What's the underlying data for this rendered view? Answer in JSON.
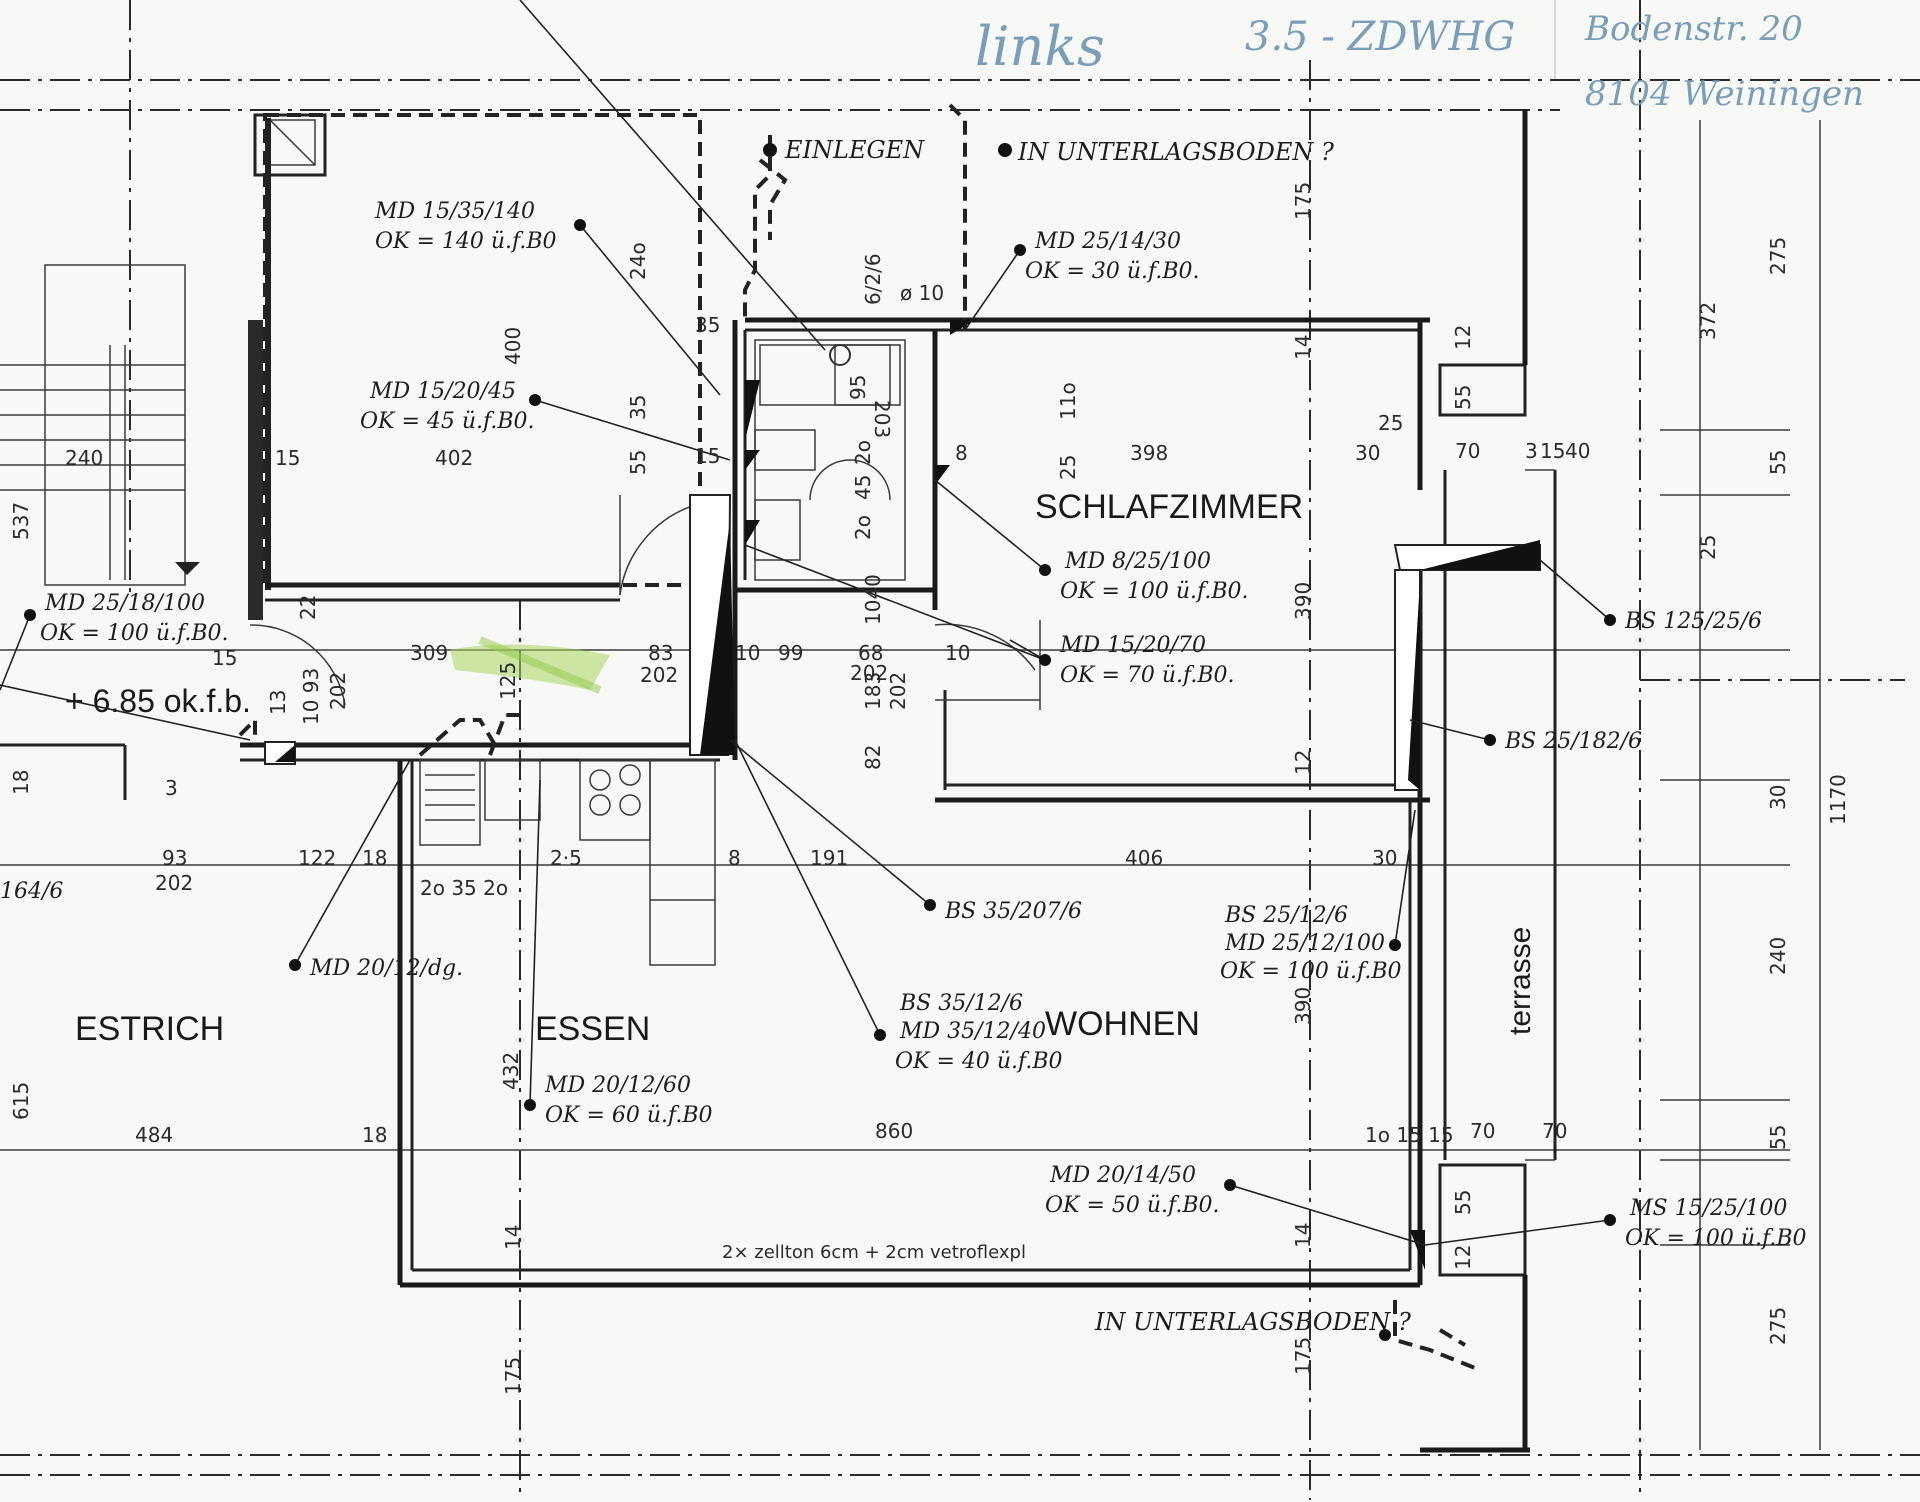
{
  "header_notes": {
    "side": "links",
    "unit": "3.5 - ZDWHG",
    "address_line1": "Bodenstr. 20",
    "address_line2": "8104 Weiningen"
  },
  "rooms": {
    "schlafzimmer": "SCHLAFZIMMER",
    "estrich": "ESTRICH",
    "essen": "ESSEN",
    "wohnen": "WOHNEN",
    "terrasse": "terrasse"
  },
  "level_note": "+ 6.85 ok.f.b.",
  "floor_note": "2× zellton 6cm + 2cm vetroflexpl",
  "annotations": {
    "einlegen": "EINLEGEN",
    "unterlagsboden_top": "IN UNTERLAGSBODEN ?",
    "unterlagsboden_bottom": "IN UNTERLAGSBODEN ?",
    "md_15_35_140": [
      "MD 15/35/140",
      "OK = 140 ü.f.B0"
    ],
    "md_25_14_30": [
      "MD 25/14/30",
      "OK = 30 ü.f.B0."
    ],
    "md_15_20_45": [
      "MD 15/20/45",
      "OK = 45 ü.f.B0."
    ],
    "md_8_25_100": [
      "MD 8/25/100",
      "OK = 100 ü.f.B0."
    ],
    "md_15_20_70": [
      "MD 15/20/70",
      "OK = 70 ü.f.B0."
    ],
    "md_25_18_100": [
      "MD 25/18/100",
      "OK = 100 ü.f.B0."
    ],
    "bs_125_25_6": "BS 125/25/6",
    "bs_25_182_6": "BS 25/182/6",
    "bs_35_207_6": "BS 35/207/6",
    "bs_25_12_6": [
      "BS 25/12/6",
      "MD 25/12/100",
      "OK = 100 ü.f.B0"
    ],
    "md_20_12_dg": "MD 20/12/dg.",
    "bs_35_12_6": [
      "BS 35/12/6",
      "MD 35/12/40",
      "OK = 40 ü.f.B0"
    ],
    "md_20_12_60": [
      "MD 20/12/60",
      "OK = 60 ü.f.B0"
    ],
    "md_20_14_50": [
      "MD 20/14/50",
      "OK = 50 ü.f.B0."
    ],
    "ms_15_25_100": [
      "MS 15/25/100",
      "OK = 100 ü.f.B0"
    ],
    "left_cut": "164/6"
  },
  "dimensions": {
    "d_240": "240",
    "d_15_a": "15",
    "d_402": "402",
    "d_537": "537",
    "d_400": "400",
    "d_24o": "24o",
    "d_35_a": "35",
    "d_35_b": "35",
    "d_55_a": "55",
    "d_15_b": "15",
    "d_6_2_6": "6/2/6",
    "d_o10": "ø 10",
    "d_95": "95",
    "d_203": "203",
    "d_2o_a": "2o",
    "d_45": "45",
    "d_2o_b": "2o",
    "d_175_a": "175",
    "d_14_a": "14",
    "d_11o": "11o",
    "d_25_a": "25",
    "d_398": "398",
    "d_8": "8",
    "d_12_a": "12",
    "d_55_b": "55",
    "d_25_b": "25",
    "d_30_a": "30",
    "d_70_a": "70",
    "d_3": "3",
    "d_15_c": "15",
    "d_40": "40",
    "d_275_a": "275",
    "d_372": "372",
    "d_55_c": "55",
    "d_25_c": "25",
    "d_22": "22",
    "d_309": "309",
    "d_83": "83",
    "d_202_a": "202",
    "d_10_a": "10",
    "d_99": "99",
    "d_68": "68",
    "d_202_b": "202",
    "d_10_b": "10",
    "d_1040": "1040",
    "d_183": "183",
    "d_202_c": "202",
    "d_15_d": "15",
    "d_10_93": "10 93",
    "d_202_d": "202",
    "d_13": "13",
    "d_125": "125",
    "d_390_a": "390",
    "d_12_b": "12",
    "d_82": "82",
    "d_18_a": "18",
    "d_3b": "3",
    "d_93": "93",
    "d_202_e": "202",
    "d_122": "122",
    "d_18_b": "18",
    "d_2x5": "2·5",
    "d_8b": "8",
    "d_191": "191",
    "d_406": "406",
    "d_30_b": "30",
    "d_30_c": "30",
    "d_2o_35_2o": "2o 35 2o",
    "d_1170": "1170",
    "d_240_b": "240",
    "d_390_b": "390",
    "d_615": "615",
    "d_484": "484",
    "d_18_c": "18",
    "d_432": "432",
    "d_860": "860",
    "d_1o_15_15": "1o 15 15",
    "d_70_b": "70",
    "d_70_c": "70",
    "d_55_d": "55",
    "d_55_e": "55",
    "d_12_c": "12",
    "d_14_b": "14",
    "d_14_c": "14",
    "d_175_b": "175",
    "d_175_c": "175",
    "d_275_b": "275"
  }
}
